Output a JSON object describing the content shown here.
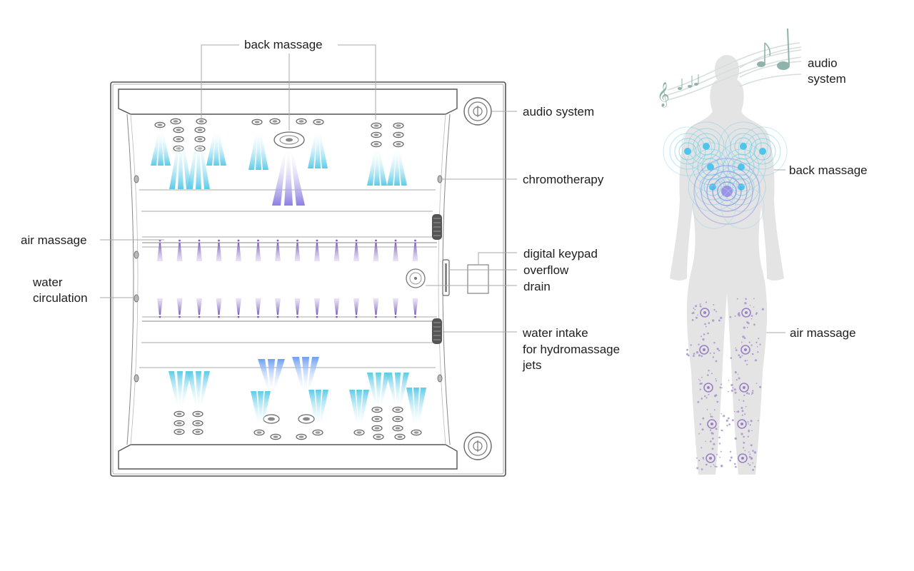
{
  "labels": {
    "back_massage_top": "back massage",
    "audio_system_right": "audio system",
    "chromotherapy": "chromotherapy",
    "air_massage_left": "air massage",
    "water_circulation_line1": "water",
    "water_circulation_line2": "circulation",
    "digital_keypad": "digital keypad",
    "overflow": "overflow",
    "drain": "drain",
    "water_intake_line1": "water intake",
    "water_intake_line2": "for hydromassage",
    "water_intake_line3": "jets",
    "audio_system_body_line1": "audio",
    "audio_system_body_line2": "system",
    "back_massage_body": "back massage",
    "air_massage_body": "air massage"
  },
  "colors": {
    "outline": "#555555",
    "leader": "#aaaaaa",
    "jet_cyan": "#6fd3ec",
    "jet_blue": "#6e9ff0",
    "jet_violet": "#8e80e0",
    "air_purple": "#8a68c4",
    "body": "#e4e4e4",
    "ring_cyan": "#4ec5ea",
    "dot_purple": "#9a80c4",
    "notes": "#8fb3aa"
  },
  "icons": [
    "audio-speaker-icon",
    "chromotherapy-light-icon",
    "drain-icon",
    "overflow-icon",
    "music-note-icon",
    "treble-clef-icon"
  ]
}
